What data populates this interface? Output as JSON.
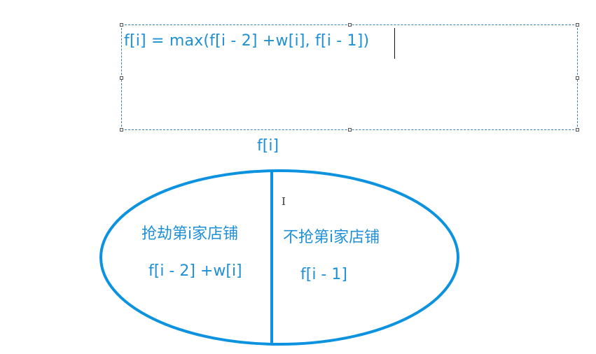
{
  "colors": {
    "accent": "#1f8fd6",
    "stroke": "#0d92df",
    "selection_border": "#3b7ea8"
  },
  "textbox": {
    "formula": "f[i] = max(f[i - 2] +w[i], f[i - 1])",
    "state": "editing"
  },
  "diagram": {
    "root_label": "f[i]",
    "left": {
      "title": "抢劫第i家店铺",
      "expression": "f[i - 2] +w[i]"
    },
    "right": {
      "title": "不抢第i家店铺",
      "expression": "f[i - 1]"
    }
  },
  "cursor": {
    "icon": "I"
  }
}
